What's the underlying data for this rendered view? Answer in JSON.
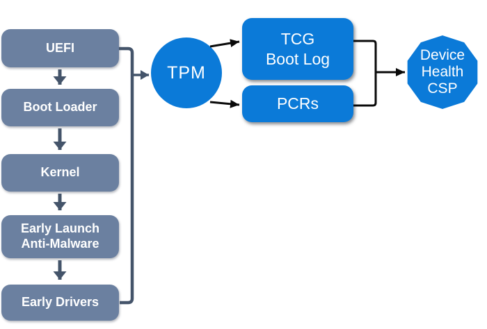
{
  "diagram": {
    "description": "Boot measurement flow diagram",
    "colors": {
      "background": "#ffffff",
      "chain_box_fill": "#6B80A0",
      "chain_connector": "#44546A",
      "blue_shape_fill": "#0B7AD8",
      "black_connector": "#0a0a0a",
      "label_text": "#ffffff"
    },
    "chain": [
      {
        "label": "UEFI"
      },
      {
        "label": "Boot Loader"
      },
      {
        "label": "Kernel"
      },
      {
        "label": "Early Launch\nAnti-Malware"
      },
      {
        "label": "Early Drivers"
      }
    ],
    "tpm": {
      "label": "TPM"
    },
    "outputs": [
      {
        "label": "TCG\nBoot Log"
      },
      {
        "label": "PCRs"
      }
    ],
    "sink": {
      "label": "Device\nHealth\nCSP"
    }
  }
}
